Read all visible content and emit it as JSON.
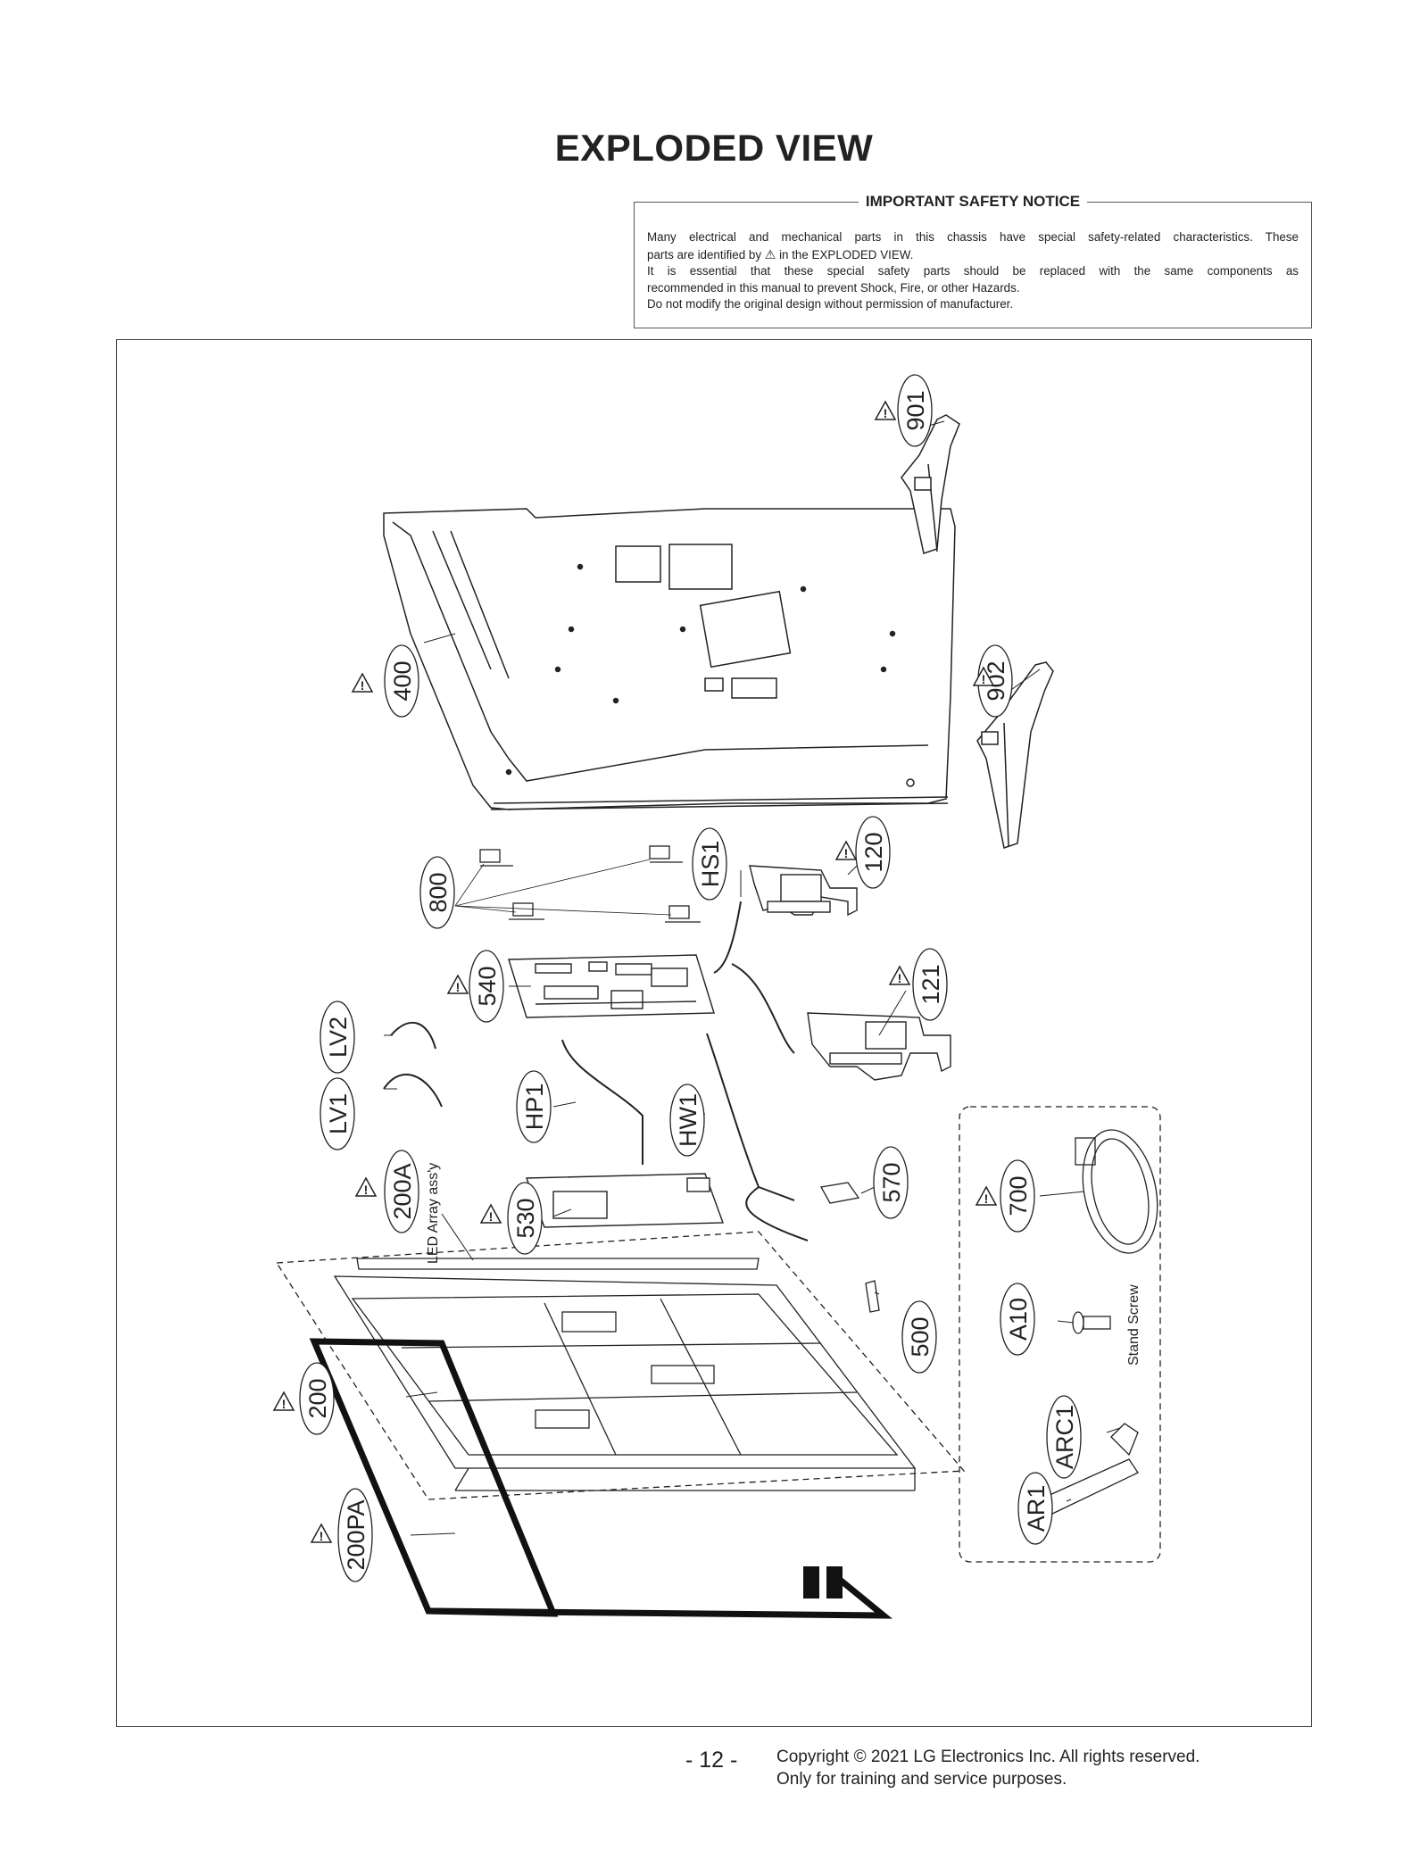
{
  "page": {
    "title": "EXPLODED VIEW",
    "notice": {
      "heading": "IMPORTANT SAFETY NOTICE",
      "line1": "Many electrical and mechanical parts in this chassis have special safety-related characteristics. These",
      "line2_pre": "parts are identified by",
      "line2_post": "in the EXPLODED VIEW.",
      "line3": "It is essential that these special safety parts should be replaced with the same components as",
      "line4": "recommended in this manual to prevent Shock, Fire, or other Hazards.",
      "line5": "Do not modify the original design without permission of manufacturer."
    },
    "footer": {
      "page_number": "- 12 -",
      "copyright": "Copyright © 2021 LG Electronics Inc. All rights reserved.",
      "note": "Only for training and service purposes."
    }
  },
  "diagram": {
    "part_labels": {
      "p901": "901",
      "p902": "902",
      "p400": "400",
      "p800": "800",
      "pHS1": "HS1",
      "p120": "120",
      "p121": "121",
      "p540": "540",
      "pLV2": "LV2",
      "pLV1": "LV1",
      "pHP1": "HP1",
      "pHW1": "HW1",
      "p570": "570",
      "p200A": "200A",
      "p530": "530",
      "p700": "700",
      "pA10": "A10",
      "p500": "500",
      "pARC1": "ARC1",
      "pAR1": "AR1",
      "p200": "200",
      "p200PA": "200PA"
    },
    "text_labels": {
      "led_array": "LED Array ass'y",
      "stand_screw": "Stand Screw",
      "warning_mark": "!"
    },
    "icons": {
      "warning": "warning-triangle-icon"
    }
  }
}
